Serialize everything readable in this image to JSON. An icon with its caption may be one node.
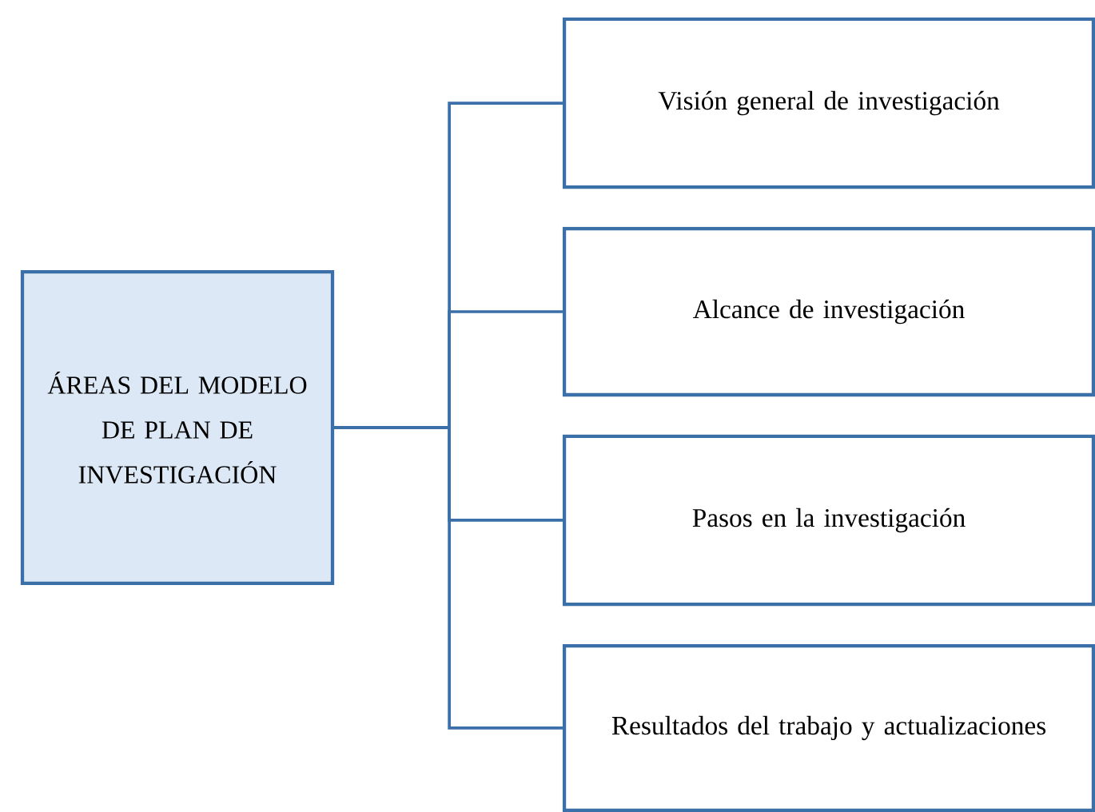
{
  "diagram": {
    "nodes": [
      {
        "text": [
          "ÁREAS DEL MODELO DE PLAN DE INVESTIGACIÓN"
        ]
      },
      {
        "text": [
          "Visión general de investigación"
        ]
      },
      {
        "text": [
          "Alcance de investigación"
        ]
      },
      {
        "text": [
          "Pasos en la investigación"
        ]
      },
      {
        "text": [
          "Resultados del trabajo y actualizaciones"
        ]
      }
    ],
    "edges": [
      {
        "from": 0,
        "to": 1,
        "arrow": "none"
      },
      {
        "from": 0,
        "to": 2,
        "arrow": "none"
      },
      {
        "from": 0,
        "to": 3,
        "arrow": "none"
      },
      {
        "from": 0,
        "to": 4,
        "arrow": "none"
      }
    ]
  }
}
